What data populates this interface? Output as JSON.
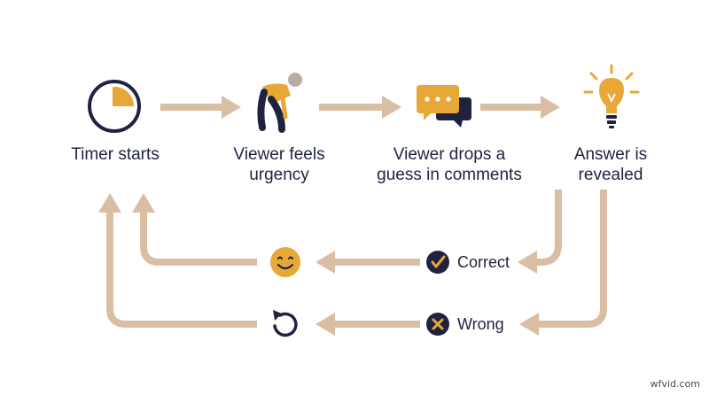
{
  "steps": [
    {
      "line1": "Timer starts",
      "line2": "",
      "icon": "timer-icon"
    },
    {
      "line1": "Viewer feels",
      "line2": "urgency",
      "icon": "viewer-icon"
    },
    {
      "line1": "Viewer drops a",
      "line2": "guess in comments",
      "icon": "chat-bubbles-icon"
    },
    {
      "line1": "Answer is",
      "line2": "revealed",
      "icon": "lightbulb-icon"
    }
  ],
  "outcomes": {
    "correct": {
      "label": "Correct",
      "icon": "checkmark-icon",
      "result_icon": "smiley-icon"
    },
    "wrong": {
      "label": "Wrong",
      "icon": "x-icon",
      "result_icon": "retry-icon"
    }
  },
  "watermark": "wfvid.com",
  "colors": {
    "accent": "#e8a838",
    "navy": "#1f2340",
    "arrow": "#d9bea3"
  }
}
